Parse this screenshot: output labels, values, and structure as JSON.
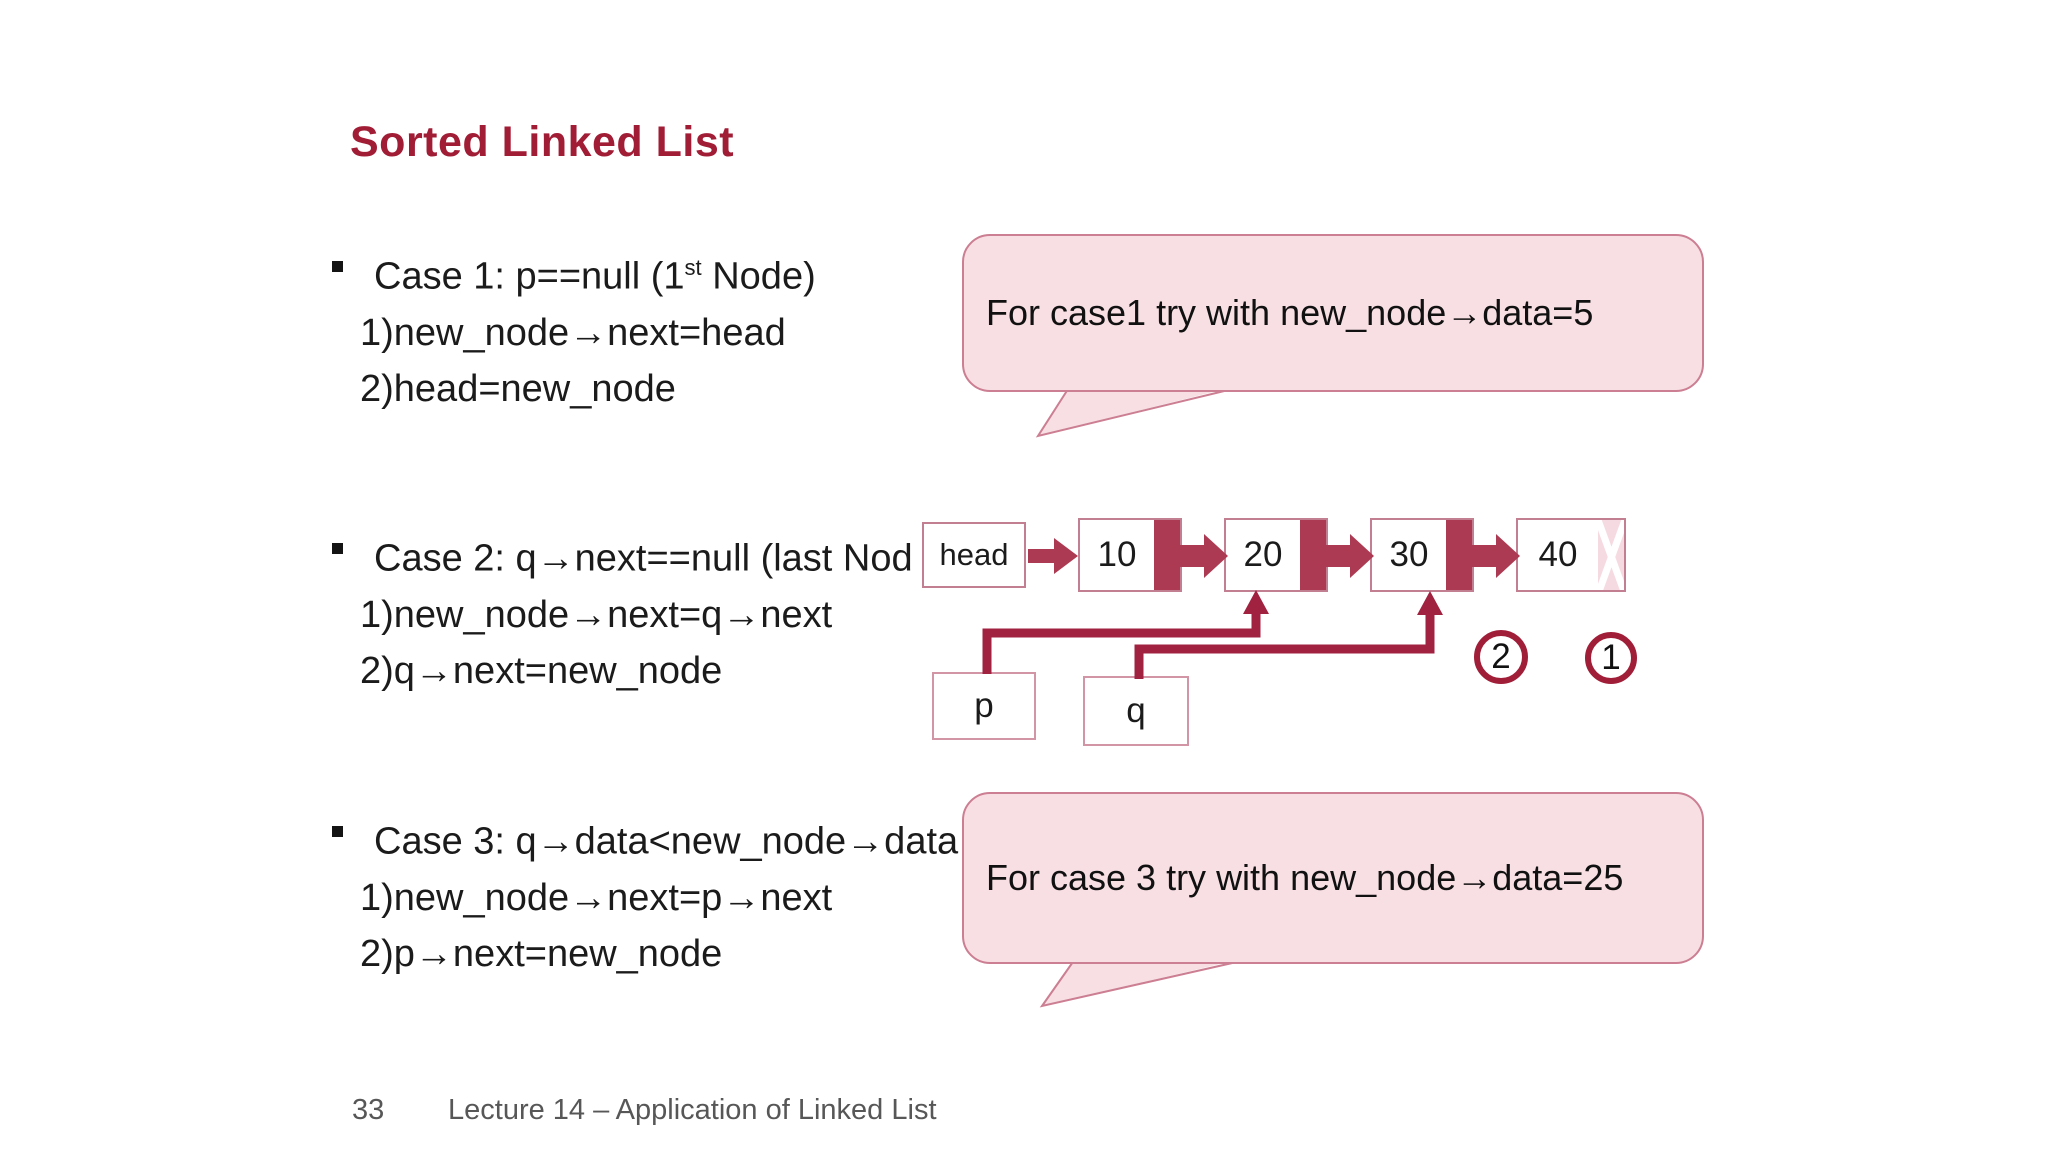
{
  "slide": {
    "title": "Sorted Linked List",
    "footer": {
      "page_number": "33",
      "lecture": "Lecture 14 – Application of Linked List"
    }
  },
  "cases": [
    {
      "heading_prefix": "Case 1: p==null (1",
      "heading_sup": "st",
      "heading_suffix": " Node)",
      "step1": "1)new_node→next=head",
      "step2": "2)head=new_node"
    },
    {
      "heading_prefix": "Case 2: q→next==null (last Nod",
      "heading_sup": "",
      "heading_suffix": "",
      "step1": "1)new_node→next=q→next",
      "step2": "2)q→next=new_node"
    },
    {
      "heading_prefix": "Case 3: q→data<new_node→data",
      "heading_sup": "",
      "heading_suffix": "",
      "step1": "1)new_node→next=p→next",
      "step2": "2)p→next=new_node"
    }
  ],
  "callouts": {
    "case1": "For case1 try with new_node→data=5",
    "case3": "For case 3 try with new_node→data=25"
  },
  "diagram": {
    "head_label": "head",
    "nodes": [
      {
        "value": "10"
      },
      {
        "value": "20"
      },
      {
        "value": "30"
      },
      {
        "value": "40",
        "null_next": true
      }
    ],
    "pointers": [
      {
        "label": "p"
      },
      {
        "label": "q"
      }
    ],
    "step_badges": [
      {
        "number": "2"
      },
      {
        "number": "1"
      }
    ]
  },
  "colors": {
    "accent_maroon": "#a11c35",
    "node_stripe": "#ac3a52",
    "connector": "#a02240",
    "node_border": "#c37f92",
    "bubble_fill": "#f8dfe3",
    "bubble_border": "#cc7e92",
    "footer_gray": "#575757"
  }
}
